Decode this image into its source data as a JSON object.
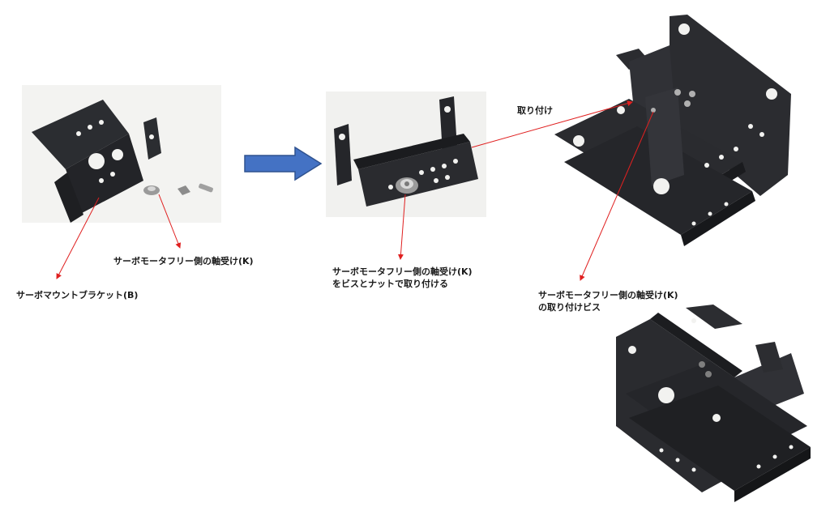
{
  "labels": {
    "bracket_b": "サーボマウントブラケット(B)",
    "bearing_k": "サーボモータフリー側の軸受け(K)",
    "attach_line1": "サーボモータフリー側の軸受け(K)",
    "attach_line2": "をビスとナットで取り付ける",
    "attach_short": "取り付け",
    "screw_line1": "サーボモータフリー側の軸受け(K)",
    "screw_line2": "の取り付けビス"
  },
  "colors": {
    "arrow_fill": "#4472c4",
    "arrow_stroke": "#2f528f",
    "leader_line": "#e02020",
    "bracket_metal": "#2b2d31",
    "photo_bg": "#f2f2f0"
  }
}
